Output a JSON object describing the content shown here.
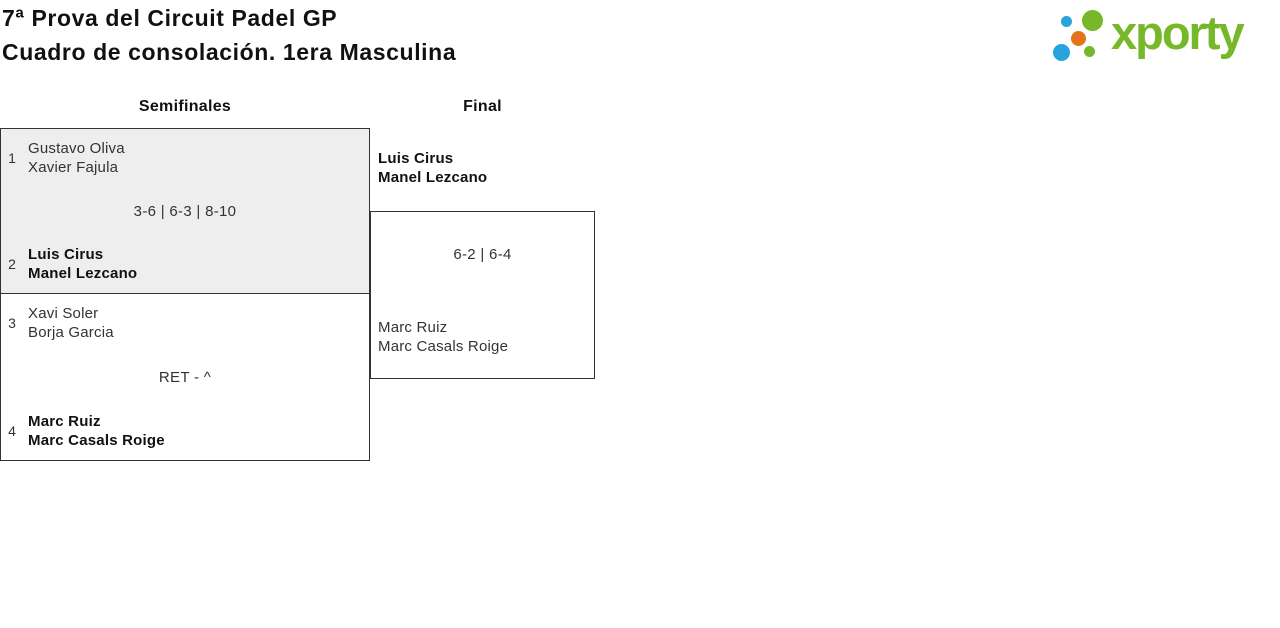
{
  "page": {
    "title_line1": "7ª Prova del Circuit Padel GP",
    "title_line2": "Cuadro de consolación. 1era Masculina",
    "background": "#ffffff"
  },
  "logo": {
    "text": "xporty",
    "brand_green": "#76b82a",
    "brand_blue": "#29a3dc",
    "brand_orange": "#e4731c"
  },
  "colors": {
    "box_border": "#333333",
    "highlight_fill": "#eeeeee",
    "text_regular": "#333333",
    "text_winner": "#111111"
  },
  "bracket": {
    "round_headers": {
      "semifinals": "Semifinales",
      "final": "Final"
    },
    "semifinals": [
      {
        "highlighted": true,
        "team1": {
          "seed": "1",
          "player1": "Gustavo Oliva",
          "player2": "Xavier Fajula",
          "winner": false
        },
        "score": "3-6 | 6-3 | 8-10",
        "team2": {
          "seed": "2",
          "player1": "Luis Cirus",
          "player2": "Manel Lezcano",
          "winner": true
        }
      },
      {
        "highlighted": false,
        "team1": {
          "seed": "3",
          "player1": "Xavi Soler",
          "player2": "Borja Garcia",
          "winner": false
        },
        "score": "RET - ^",
        "team2": {
          "seed": "4",
          "player1": "Marc Ruiz",
          "player2": "Marc Casals Roige",
          "winner": true
        }
      }
    ],
    "final": {
      "team1": {
        "player1": "Luis Cirus",
        "player2": "Manel Lezcano",
        "winner": true
      },
      "score": "6-2 | 6-4",
      "team2": {
        "player1": "Marc Ruiz",
        "player2": "Marc Casals Roige",
        "winner": false
      }
    }
  }
}
